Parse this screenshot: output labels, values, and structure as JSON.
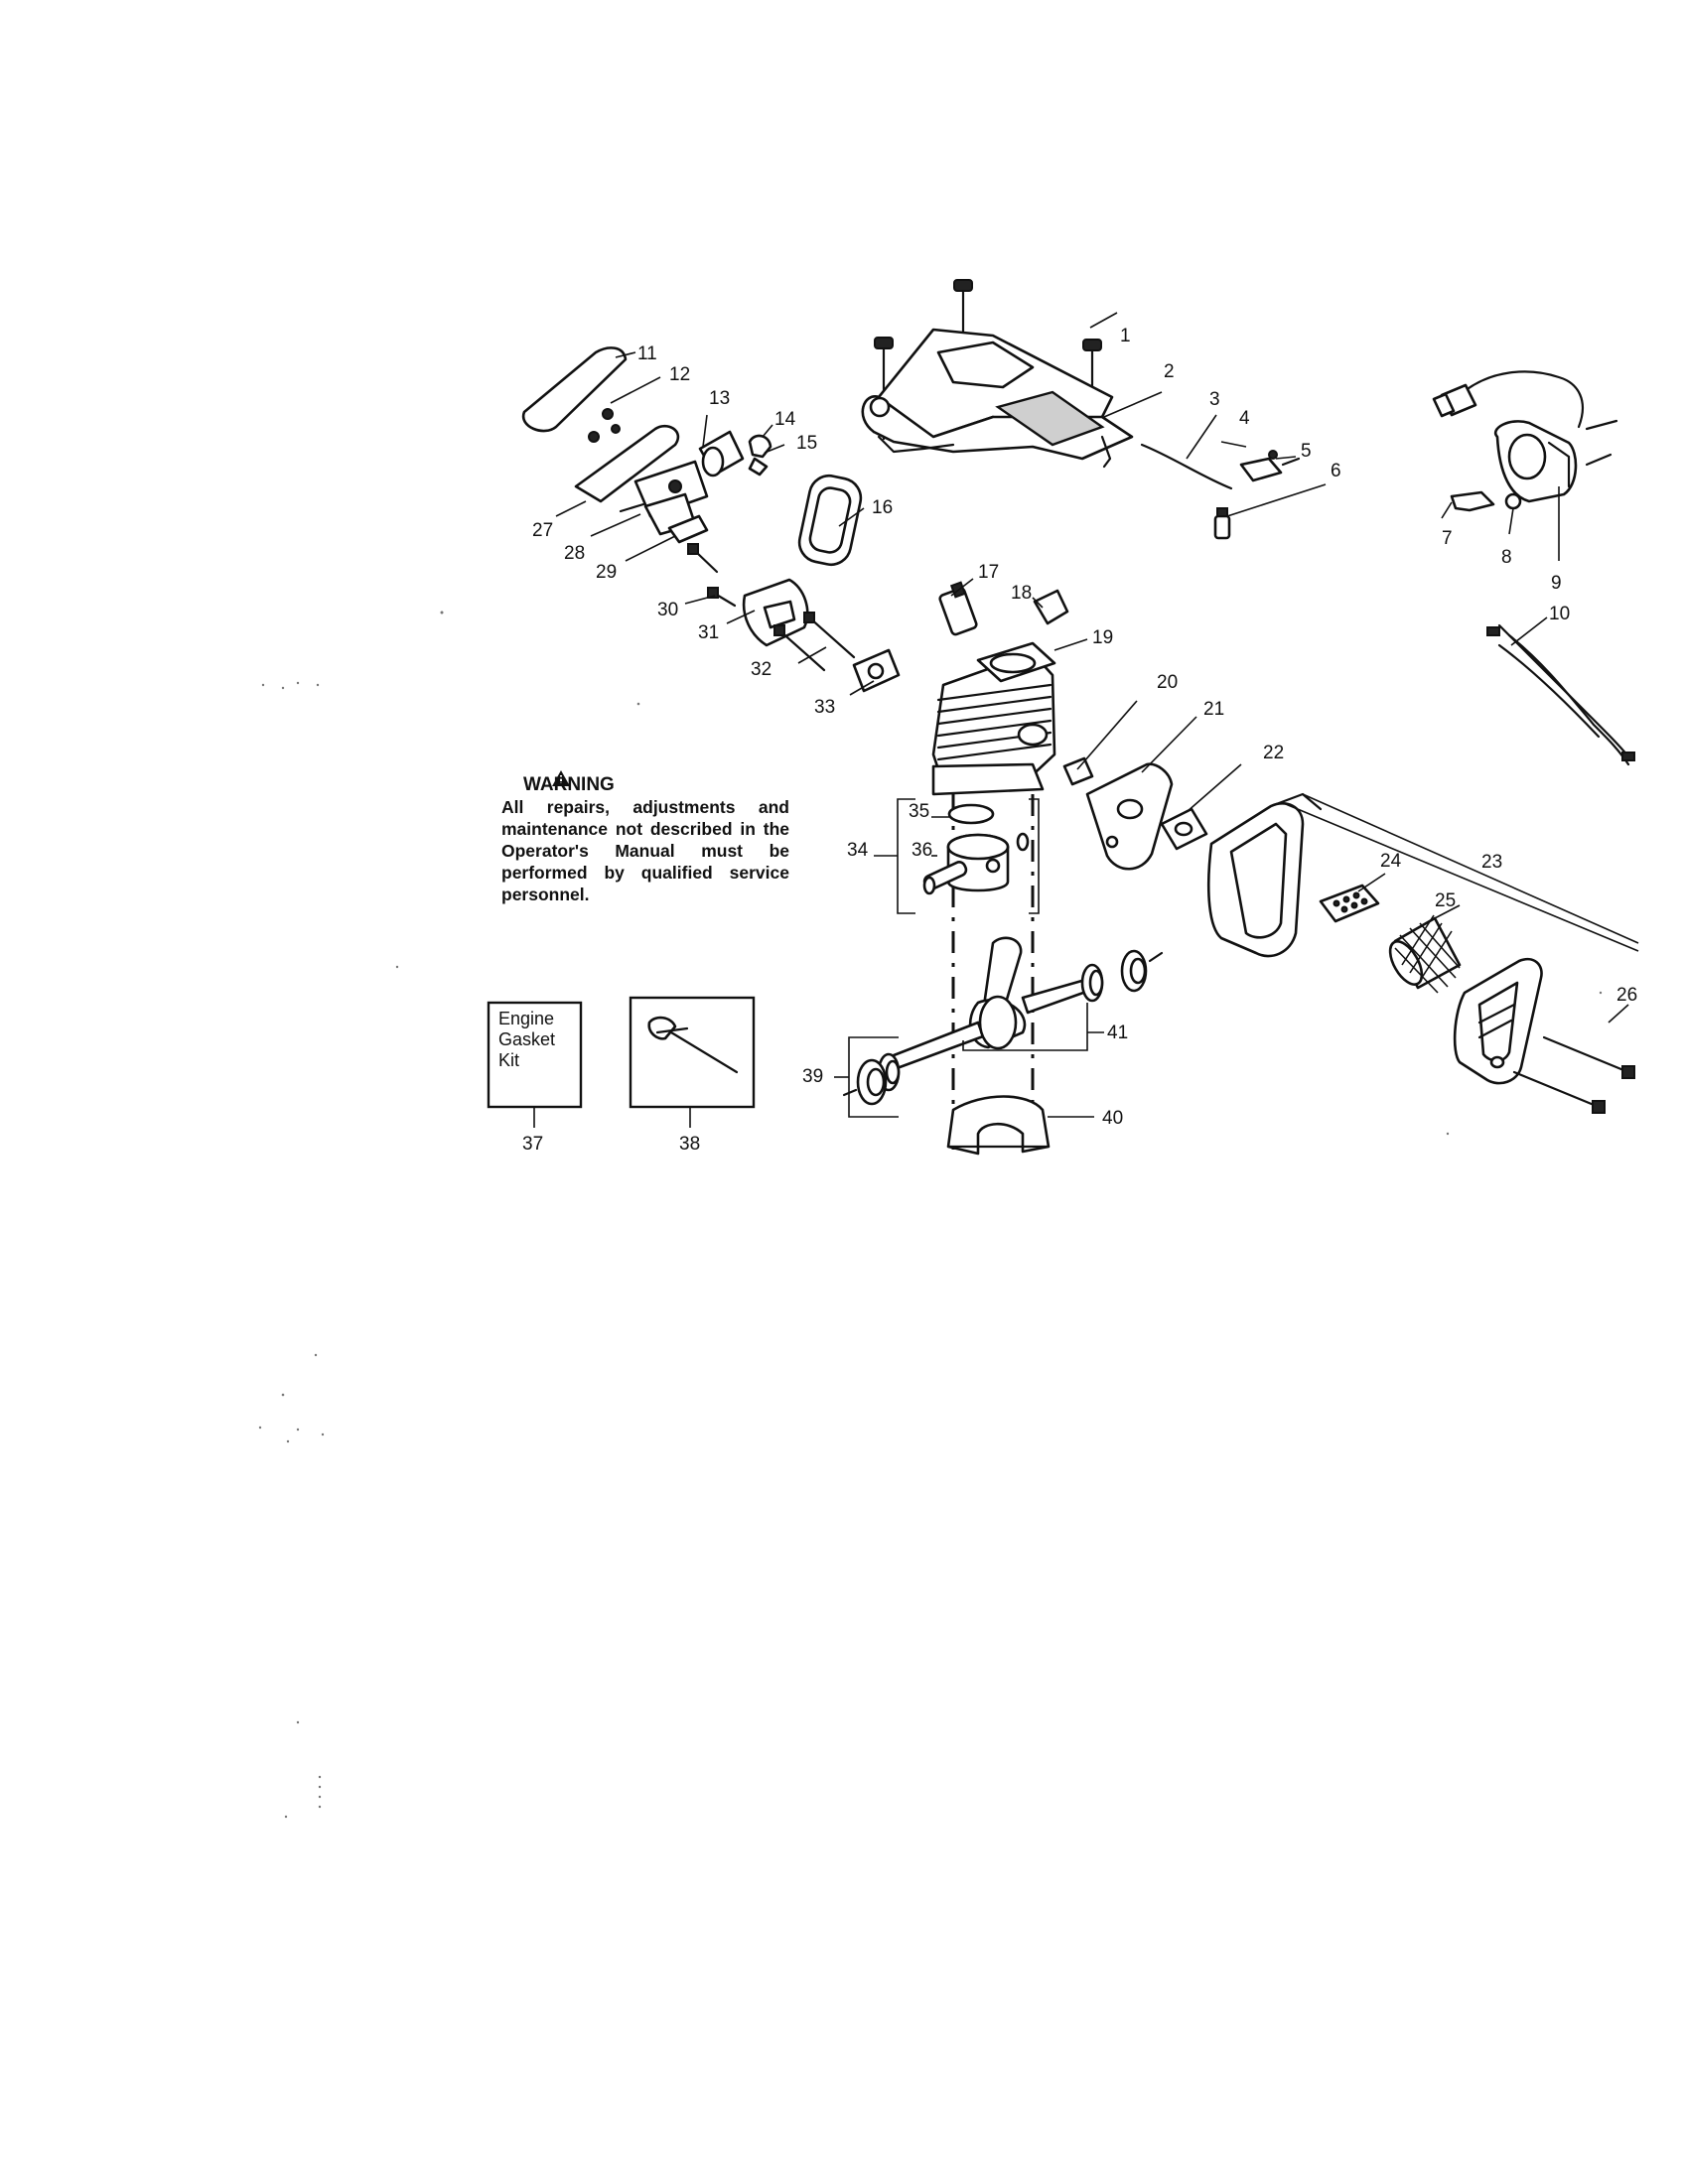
{
  "warning": {
    "title": "WARNING",
    "text": "All repairs, adjustments and maintenance not described in the Operator's Manual must be performed by qualified service personnel."
  },
  "kit_box": {
    "lines": [
      "Engine",
      "Gasket",
      "Kit"
    ]
  },
  "callouts": {
    "p1": "1",
    "p2": "2",
    "p3": "3",
    "p4": "4",
    "p5": "5",
    "p6": "6",
    "p7": "7",
    "p8": "8",
    "p9": "9",
    "p10": "10",
    "p11": "11",
    "p12": "12",
    "p13": "13",
    "p14": "14",
    "p15": "15",
    "p16": "16",
    "p17": "17",
    "p18": "18",
    "p19": "19",
    "p20": "20",
    "p21": "21",
    "p22": "22",
    "p23": "23",
    "p24": "24",
    "p25": "25",
    "p26": "26",
    "p27": "27",
    "p28": "28",
    "p29": "29",
    "p30": "30",
    "p31": "31",
    "p32": "32",
    "p33": "33",
    "p34": "34",
    "p35": "35",
    "p36": "36",
    "p37": "37",
    "p38": "38",
    "p39": "39",
    "p40": "40",
    "p41": "41"
  }
}
